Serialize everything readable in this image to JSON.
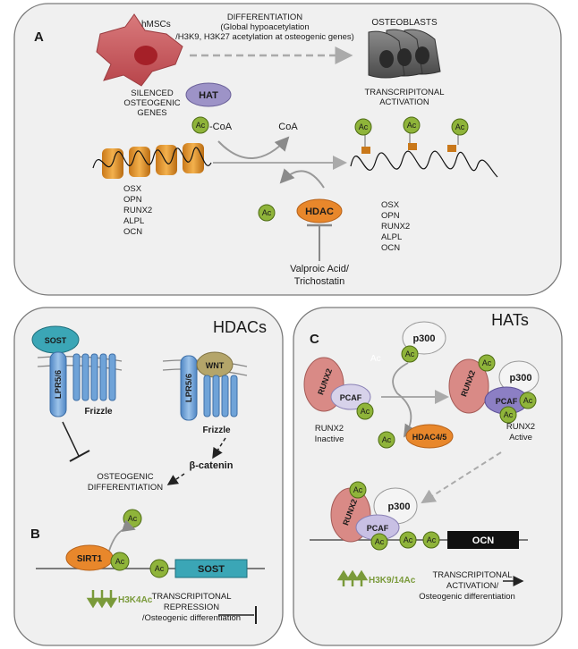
{
  "colors": {
    "panel_bg": "#f0f0f0",
    "acetyl_green": "#8fb43a",
    "hat_purple": "#9d93c7",
    "hdac_orange": "#e8872b",
    "runx2_pink": "#d98a86",
    "sost_teal": "#3ba6b6",
    "lrp_blue": "#6fa3d8",
    "wnt_olive": "#b4a56a",
    "cell_red": "#c9575c",
    "arrow_green": "#7a9a3a"
  },
  "panelA": {
    "label": "A",
    "hmscs": "hMSCs",
    "differentiation": [
      "DIFFERENTIATION",
      "(Global hypoacetylation",
      "/H3K9, H3K27 acetylation at osteogenic genes)"
    ],
    "osteoblasts": "OSTEOBLASTS",
    "silenced": [
      "SILENCED",
      "OSTEOGENIC",
      "GENES"
    ],
    "hat": "HAT",
    "transcription": [
      "TRANSCRIPITONAL",
      "ACTIVATION"
    ],
    "ac": "Ac",
    "coa_left": "-CoA",
    "coa_right": "CoA",
    "hdac": "HDAC",
    "genes_left": [
      "OSX",
      "OPN",
      "RUNX2",
      "ALPL",
      "OCN"
    ],
    "genes_right": [
      "OSX",
      "OPN",
      "RUNX2",
      "ALPL",
      "OCN"
    ],
    "inhibitors": [
      "Valproic Acid/",
      "Trichostatin"
    ]
  },
  "panelB": {
    "label": "B",
    "title": "HDACs",
    "sost_top": "SOST",
    "lpr_left": "LPR5/6",
    "frizzle_left": "Frizzle",
    "wnt": "WNT",
    "lpr_right": "LPR5/6",
    "frizzle_right": "Frizzle",
    "beta_catenin": "β-catenin",
    "osteogenic": [
      "OSTEOGENIC",
      "DIFFERENTIATION"
    ],
    "ac": "Ac",
    "sirt1": "SIRT1",
    "sost_gene": "SOST",
    "h3k4ac": "H3K4Ac",
    "repression": [
      "TRANSCRIPITONAL",
      "REPRESSION",
      "/Osteogenic differentiation"
    ]
  },
  "panelC": {
    "label": "C",
    "title": "HATs",
    "p300": "p300",
    "runx2": "RUNX2",
    "pcaf": "PCAF",
    "ac": "Ac",
    "runx2_inactive": [
      "RUNX2",
      "Inactive"
    ],
    "hdac45": "HDAC4/5",
    "runx2_active": [
      "RUNX2",
      "Active"
    ],
    "ocn": "OCN",
    "h3k914ac": "H3K9/14Ac",
    "activation": [
      "TRANSCRIPITONAL",
      "ACTIVATION/",
      "Osteogenic differentiation"
    ]
  }
}
